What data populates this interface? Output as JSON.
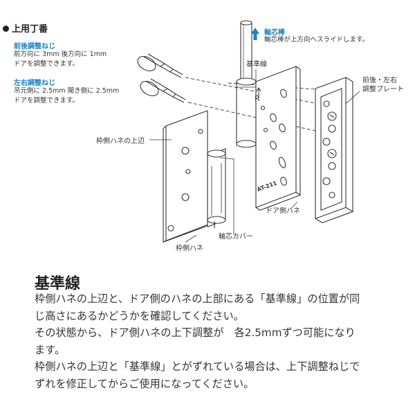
{
  "section_title": "上用丁番",
  "adjust_front": {
    "title": "前後調整ねじ",
    "lines": [
      "前方向に 3mm  後方向に 1mm",
      "ドアを調整できます。"
    ]
  },
  "adjust_side": {
    "title": "左右調整ねじ",
    "lines": [
      "吊元側に 2.5mm  開き側に 2.5mm",
      "ドアを調整できます。"
    ]
  },
  "pivot_rod": {
    "title": "軸芯棒",
    "desc": "軸芯棒が上方向へスライドします。"
  },
  "labels": {
    "reference_line": "基準線",
    "plate": [
      "前後・左右",
      "調整プレート"
    ],
    "frame_top": "枠側ハネの上辺",
    "door_leaf": "ドア側ハネ",
    "pivot_cover": "軸芯カバー",
    "frame_leaf": "枠側ハネ",
    "r_mark": "R",
    "stamp": "AT-211"
  },
  "heading": "基準線",
  "body_lines": [
    "枠側ハネの上辺と、ドア側のハネの上部にある「基準線」の位置が同",
    "じ高さにあるかどうかを確認してください。",
    "その状態から、ドア側ハネの上下調整が　各2.5mmずつ可能になり",
    "ます。",
    "枠側ハネの上辺と「基準線」とがずれている場合は、上下調整ねじで",
    "ずれを修正してからご使用になってください。"
  ],
  "colors": {
    "accent_blue": "#1a83c6"
  }
}
